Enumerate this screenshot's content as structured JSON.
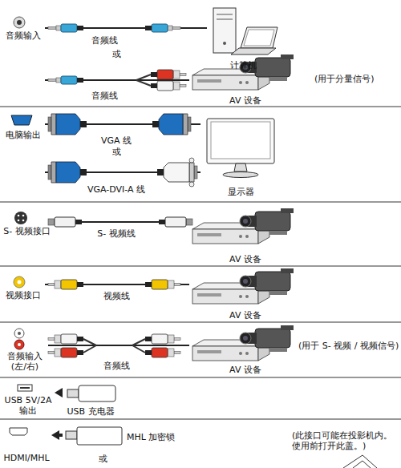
{
  "diagram": {
    "nodes": [
      {
        "text": [
          "音频输入"
        ]
      },
      {
        "text": [
          "计算机"
        ]
      },
      {
        "text": [
          "AV 设备"
        ]
      },
      {
        "text": [
          "电脑输出"
        ]
      },
      {
        "text": [
          "显示器"
        ]
      },
      {
        "text": [
          "S- 视频接口"
        ]
      },
      {
        "text": [
          "AV 设备"
        ]
      },
      {
        "text": [
          "视频接口"
        ]
      },
      {
        "text": [
          "AV 设备"
        ]
      },
      {
        "text": [
          "音频输入 (左/右)"
        ]
      },
      {
        "text": [
          "AV 设备"
        ]
      },
      {
        "text": [
          "USB 5V/2A 输出"
        ]
      },
      {
        "text": [
          "USB 充电器"
        ]
      },
      {
        "text": [
          "HDMI/MHL"
        ]
      },
      {
        "text": [
          "MHL 加密锁"
        ]
      }
    ],
    "edges": [
      {
        "from": 0,
        "to": 1,
        "label": "音频线",
        "arrow": "none"
      },
      {
        "from": 0,
        "to": 2,
        "label": "音频线",
        "arrow": "none"
      },
      {
        "from": 3,
        "to": 4,
        "label": "VGA 线",
        "arrow": "none"
      },
      {
        "from": 3,
        "to": 4,
        "label": "VGA-DVI-A 线",
        "arrow": "none"
      },
      {
        "from": 5,
        "to": 6,
        "label": "S- 视频线",
        "arrow": "none"
      },
      {
        "from": 7,
        "to": 8,
        "label": "视频线",
        "arrow": "none"
      },
      {
        "from": 9,
        "to": 10,
        "label": "音频线",
        "arrow": "none"
      },
      {
        "from": 12,
        "to": 11,
        "arrow": "to"
      },
      {
        "from": 14,
        "to": 13,
        "arrow": "to"
      }
    ],
    "labels": [
      "或",
      "(用于分量信号)",
      "或",
      "(用于 S- 视频 / 视频信号)",
      "或",
      "(此接口可能在投影机内。 使用前打开此盖。)"
    ]
  }
}
